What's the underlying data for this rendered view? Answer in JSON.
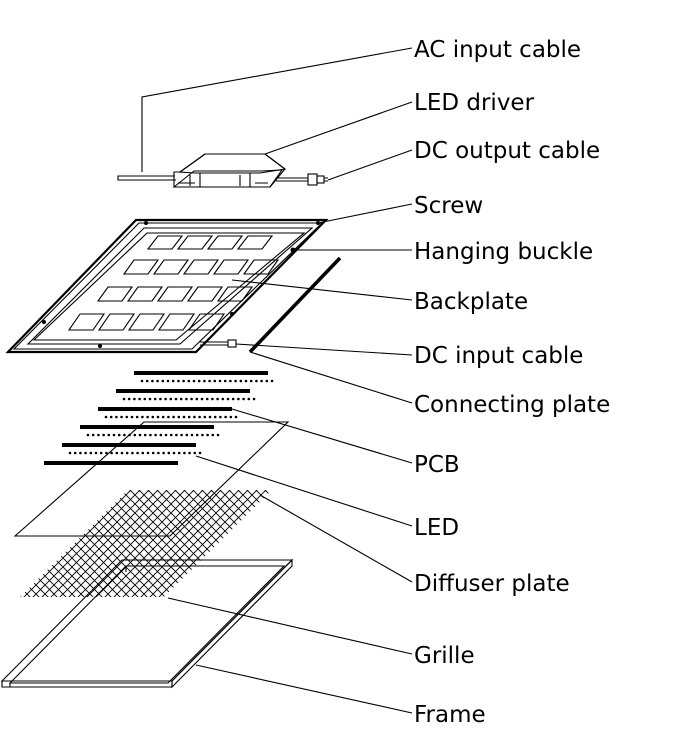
{
  "labels": {
    "ac_input_cable": "AC input cable",
    "led_driver": "LED driver",
    "dc_output_cable": "DC output cable",
    "screw": "Screw",
    "hanging_buckle": "Hanging buckle",
    "backplate": "Backplate",
    "dc_input_cable": "DC input cable",
    "connecting_plate": "Connecting plate",
    "pcb": "PCB",
    "led": "LED",
    "diffuser_plate": "Diffuser plate",
    "grille": "Grille",
    "frame": "Frame"
  },
  "colors": {
    "ink": "#000000",
    "background": "#ffffff"
  }
}
